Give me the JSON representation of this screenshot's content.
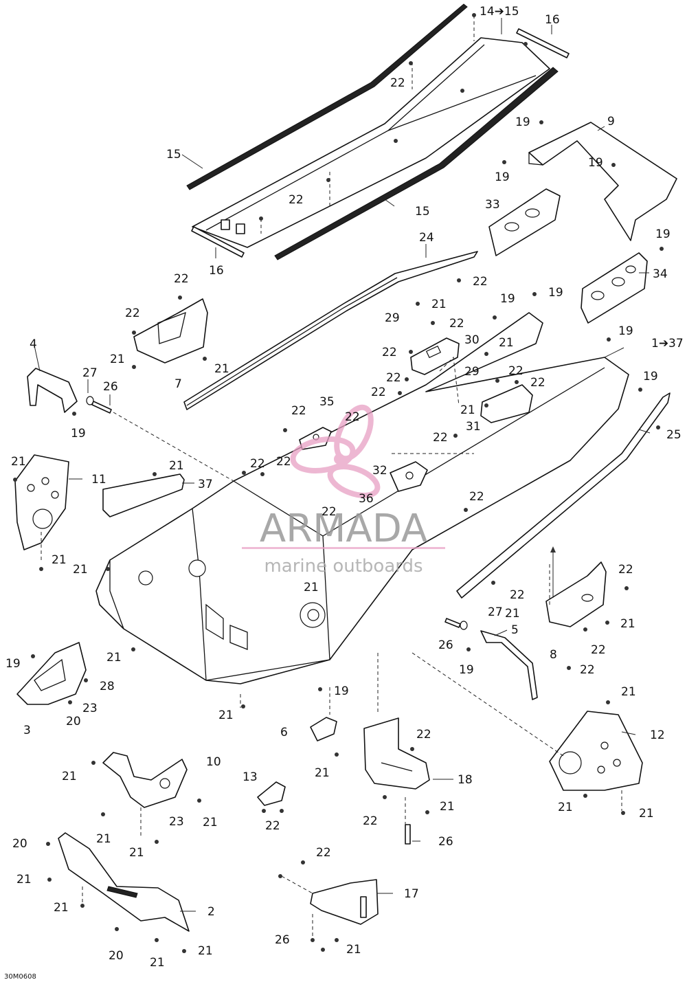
{
  "diagram": {
    "code": "30M0608",
    "labels": [
      {
        "id": "l14",
        "text": "14➔15"
      },
      {
        "id": "l16a",
        "text": "16"
      },
      {
        "id": "l22a",
        "text": "22"
      },
      {
        "id": "l15a",
        "text": "15"
      },
      {
        "id": "l22b",
        "text": "22"
      },
      {
        "id": "l15b",
        "text": "15"
      },
      {
        "id": "l16b",
        "text": "16"
      },
      {
        "id": "l9",
        "text": "9"
      },
      {
        "id": "l19a",
        "text": "19"
      },
      {
        "id": "l19b",
        "text": "19"
      },
      {
        "id": "l19c",
        "text": "19"
      },
      {
        "id": "l33",
        "text": "33"
      },
      {
        "id": "l19d",
        "text": "19"
      },
      {
        "id": "l34",
        "text": "34"
      },
      {
        "id": "l24",
        "text": "24"
      },
      {
        "id": "l22c",
        "text": "22"
      },
      {
        "id": "l19e",
        "text": "19"
      },
      {
        "id": "l19f",
        "text": "19"
      },
      {
        "id": "l21a",
        "text": "21"
      },
      {
        "id": "l29a",
        "text": "29"
      },
      {
        "id": "l22d",
        "text": "22"
      },
      {
        "id": "l30",
        "text": "30"
      },
      {
        "id": "l21b",
        "text": "21"
      },
      {
        "id": "l22e",
        "text": "22"
      },
      {
        "id": "l29b",
        "text": "29"
      },
      {
        "id": "l19g",
        "text": "19"
      },
      {
        "id": "l137",
        "text": "1➔37"
      },
      {
        "id": "l22f",
        "text": "22"
      },
      {
        "id": "l22g",
        "text": "22"
      },
      {
        "id": "l22h",
        "text": "22"
      },
      {
        "id": "l22i",
        "text": "22"
      },
      {
        "id": "l19h",
        "text": "19"
      },
      {
        "id": "l21c",
        "text": "21"
      },
      {
        "id": "l31",
        "text": "31"
      },
      {
        "id": "l25",
        "text": "25"
      },
      {
        "id": "l22j",
        "text": "22"
      },
      {
        "id": "l22k",
        "text": "22"
      },
      {
        "id": "l22l",
        "text": "22"
      },
      {
        "id": "l21d",
        "text": "21"
      },
      {
        "id": "l21e",
        "text": "21"
      },
      {
        "id": "l7",
        "text": "7"
      },
      {
        "id": "l4",
        "text": "4"
      },
      {
        "id": "l27a",
        "text": "27"
      },
      {
        "id": "l26a",
        "text": "26"
      },
      {
        "id": "l19i",
        "text": "19"
      },
      {
        "id": "l35",
        "text": "35"
      },
      {
        "id": "l22m",
        "text": "22"
      },
      {
        "id": "l22n",
        "text": "22"
      },
      {
        "id": "l22o",
        "text": "22"
      },
      {
        "id": "l22p",
        "text": "22"
      },
      {
        "id": "l32",
        "text": "32"
      },
      {
        "id": "l36",
        "text": "36"
      },
      {
        "id": "l22q",
        "text": "22"
      },
      {
        "id": "l21f",
        "text": "21"
      },
      {
        "id": "l37",
        "text": "37"
      },
      {
        "id": "l21g",
        "text": "21"
      },
      {
        "id": "l11",
        "text": "11"
      },
      {
        "id": "l22r",
        "text": "22"
      },
      {
        "id": "l22s",
        "text": "22"
      },
      {
        "id": "l21h",
        "text": "21"
      },
      {
        "id": "l21i",
        "text": "21"
      },
      {
        "id": "l21j",
        "text": "21"
      },
      {
        "id": "l22t",
        "text": "22"
      },
      {
        "id": "l22u",
        "text": "22"
      },
      {
        "id": "l21k",
        "text": "21"
      },
      {
        "id": "l8",
        "text": "8"
      },
      {
        "id": "l22v",
        "text": "22"
      },
      {
        "id": "l21l",
        "text": "21"
      },
      {
        "id": "l27b",
        "text": "27"
      },
      {
        "id": "l5",
        "text": "5"
      },
      {
        "id": "l26b",
        "text": "26"
      },
      {
        "id": "l19j",
        "text": "19"
      },
      {
        "id": "l21m",
        "text": "21"
      },
      {
        "id": "l19k",
        "text": "19"
      },
      {
        "id": "l28",
        "text": "28"
      },
      {
        "id": "l23a",
        "text": "23"
      },
      {
        "id": "l3",
        "text": "3"
      },
      {
        "id": "l20a",
        "text": "20"
      },
      {
        "id": "l19l",
        "text": "19"
      },
      {
        "id": "l21n",
        "text": "21"
      },
      {
        "id": "l6",
        "text": "6"
      },
      {
        "id": "l21o",
        "text": "21"
      },
      {
        "id": "l22w",
        "text": "22"
      },
      {
        "id": "l18",
        "text": "18"
      },
      {
        "id": "l21p",
        "text": "21"
      },
      {
        "id": "l12",
        "text": "12"
      },
      {
        "id": "l10",
        "text": "10"
      },
      {
        "id": "l21q",
        "text": "21"
      },
      {
        "id": "l23b",
        "text": "23"
      },
      {
        "id": "l21r",
        "text": "21"
      },
      {
        "id": "l21s",
        "text": "21"
      },
      {
        "id": "l21t",
        "text": "21"
      },
      {
        "id": "l13",
        "text": "13"
      },
      {
        "id": "l22x",
        "text": "22"
      },
      {
        "id": "l22y",
        "text": "22"
      },
      {
        "id": "l21u",
        "text": "21"
      },
      {
        "id": "l26c",
        "text": "26"
      },
      {
        "id": "l21v",
        "text": "21"
      },
      {
        "id": "l21w",
        "text": "21"
      },
      {
        "id": "l20b",
        "text": "20"
      },
      {
        "id": "l21x",
        "text": "21"
      },
      {
        "id": "l21y",
        "text": "21"
      },
      {
        "id": "l2",
        "text": "2"
      },
      {
        "id": "l22z",
        "text": "22"
      },
      {
        "id": "l17",
        "text": "17"
      },
      {
        "id": "l20c",
        "text": "20"
      },
      {
        "id": "l21z",
        "text": "21"
      },
      {
        "id": "l21aa",
        "text": "21"
      },
      {
        "id": "l26d",
        "text": "26"
      },
      {
        "id": "l21ab",
        "text": "21"
      }
    ]
  },
  "watermark": {
    "brand": "ARMADA",
    "tagline": "marine outboards",
    "accent_color": "#e8a0c4"
  }
}
